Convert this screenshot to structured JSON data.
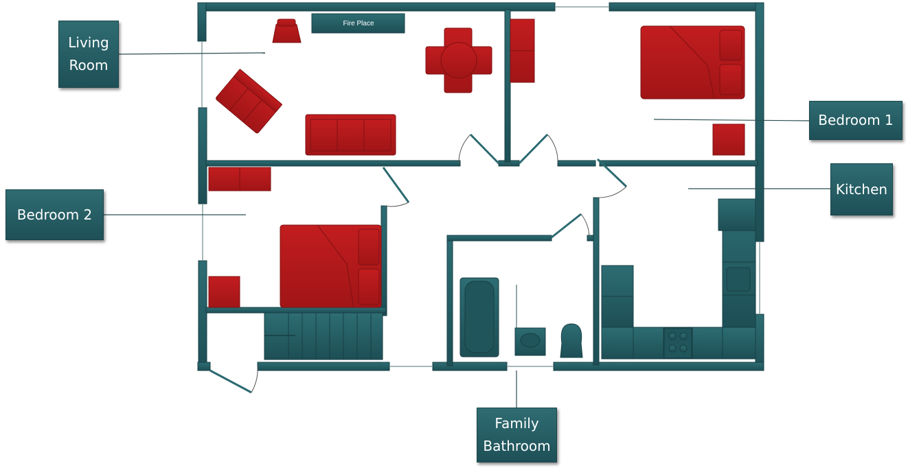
{
  "colors": {
    "wall": "#2b6a70",
    "wall_dark": "#1c4d53",
    "furniture": "#b3191b",
    "fixture": "#245b60",
    "label_bg": "#266067"
  },
  "fireplace_label": "Fire Place",
  "rooms": {
    "living_room": {
      "line1": "Living",
      "line2": "Room"
    },
    "bedroom_1": {
      "label": "Bedroom 1"
    },
    "bedroom_2": {
      "label": "Bedroom 2"
    },
    "kitchen": {
      "label": "Kitchen"
    },
    "family_bathroom": {
      "line1": "Family",
      "line2": "Bathroom"
    }
  }
}
